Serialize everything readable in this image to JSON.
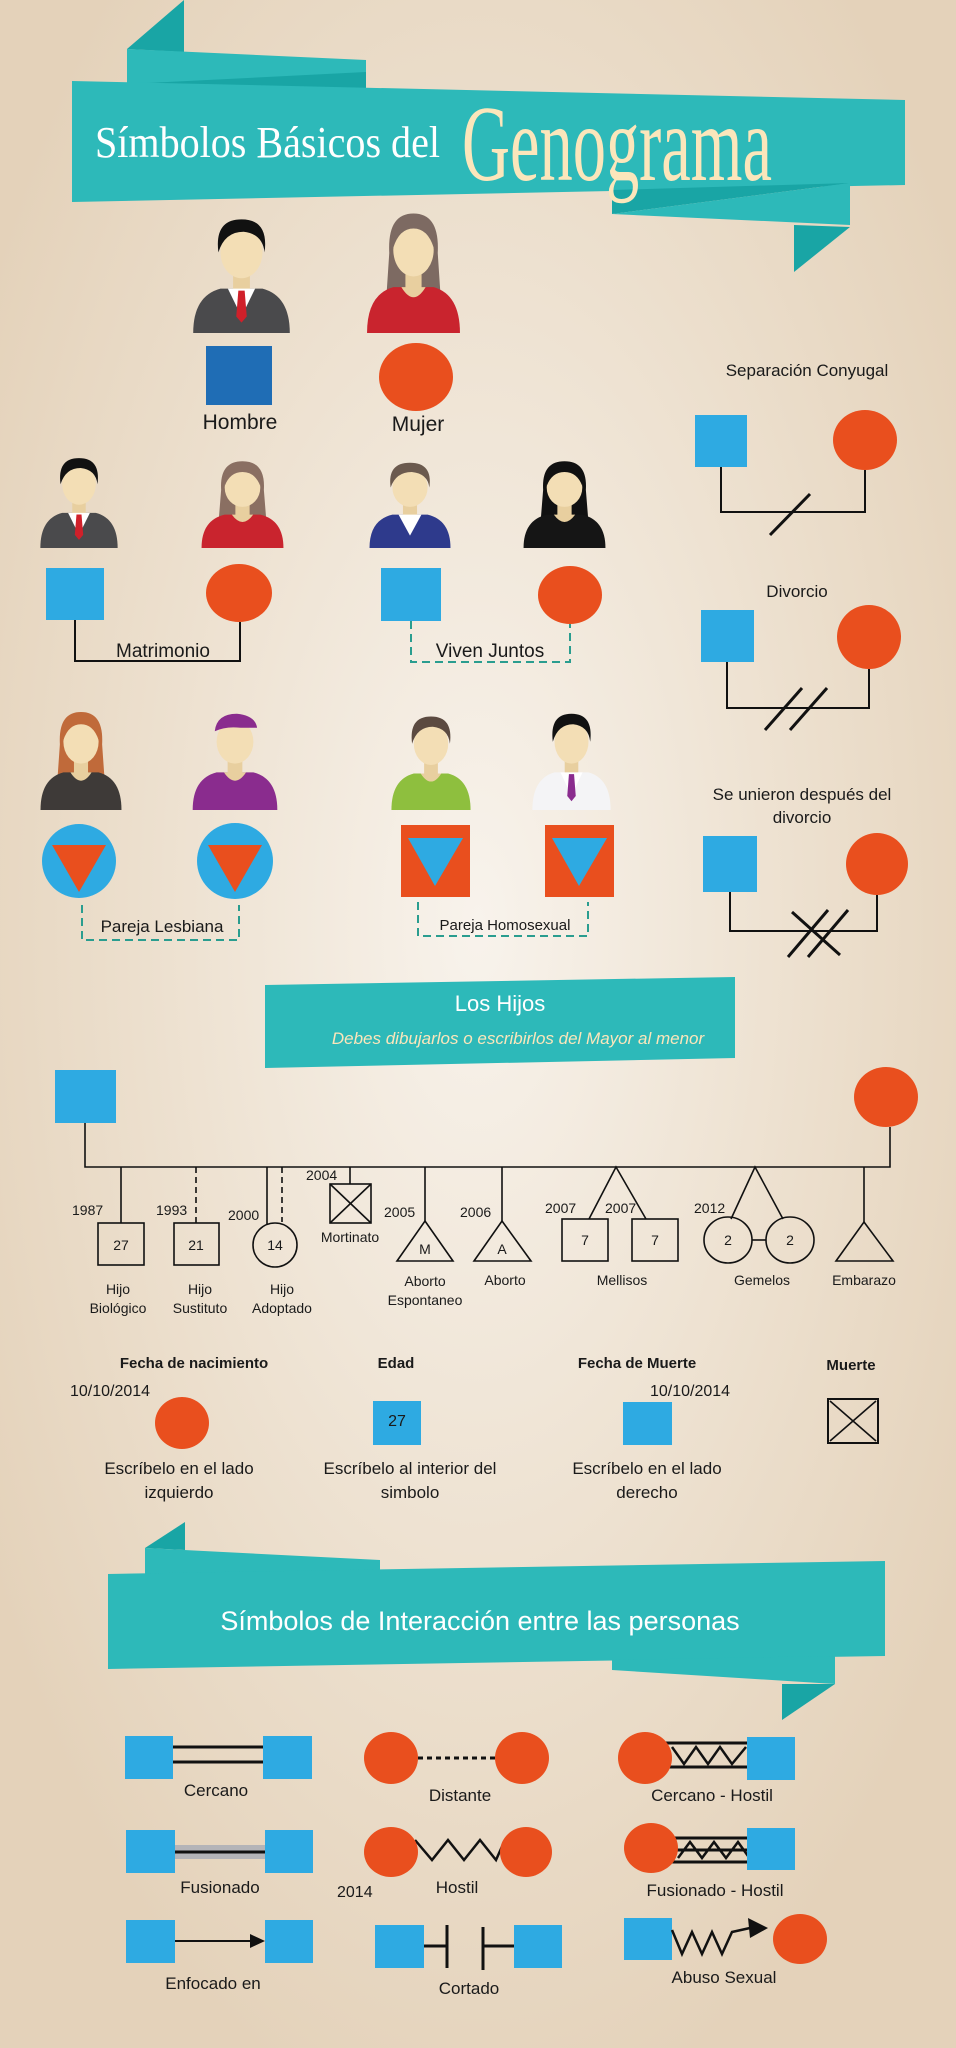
{
  "title": {
    "line1": "Símbolos Básicos del",
    "line2": "Genograma"
  },
  "basic": {
    "hombre": "Hombre",
    "mujer": "Mujer",
    "matrimonio": "Matrimonio",
    "viven_juntos": "Viven Juntos",
    "pareja_lesbiana": "Pareja Lesbiana",
    "pareja_homosexual": "Pareja Homosexual"
  },
  "relations": {
    "separacion": "Separación Conyugal",
    "divorcio": "Divorcio",
    "unieron_line1": "Se unieron después del",
    "unieron_line2": "divorcio"
  },
  "hijos": {
    "title": "Los Hijos",
    "subtitle": "Debes dibujarlos o escribirlos del Mayor al menor",
    "children": [
      {
        "year": "1987",
        "inner": "27",
        "label1": "Hijo",
        "label2": "Biológico"
      },
      {
        "year": "1993",
        "inner": "21",
        "label1": "Hijo",
        "label2": "Sustituto"
      },
      {
        "year": "2000",
        "inner": "14",
        "label1": "Hijo",
        "label2": "Adoptado"
      },
      {
        "year": "2004",
        "inner": "",
        "label1": "Mortinato",
        "label2": ""
      },
      {
        "year": "2005",
        "inner": "M",
        "label1": "Aborto",
        "label2": "Espontaneo"
      },
      {
        "year": "2006",
        "inner": "A",
        "label1": "Aborto",
        "label2": ""
      },
      {
        "year": "2007",
        "year2": "2007",
        "inner": "7",
        "inner2": "7",
        "label1": "Mellisos",
        "label2": ""
      },
      {
        "year": "2012",
        "inner": "2",
        "inner2": "2",
        "label1": "Gemelos",
        "label2": ""
      },
      {
        "year": "",
        "inner": "",
        "label1": "Embarazo",
        "label2": ""
      }
    ]
  },
  "legend": {
    "birth": {
      "heading": "Fecha de nacimiento",
      "date": "10/10/2014",
      "line1": "Escríbelo en el lado",
      "line2": "izquierdo"
    },
    "age": {
      "heading": "Edad",
      "value": "27",
      "line1": "Escríbelo al interior del",
      "line2": "simbolo"
    },
    "death_date": {
      "heading": "Fecha de Muerte",
      "date": "10/10/2014",
      "line1": "Escríbelo en el lado",
      "line2": "derecho"
    },
    "death": {
      "heading": "Muerte"
    }
  },
  "interaction": {
    "title": "Símbolos de Interacción entre las personas",
    "items": {
      "cercano": "Cercano",
      "distante": "Distante",
      "cercano_hostil": "Cercano - Hostil",
      "fusionado": "Fusionado",
      "hostil": "Hostil",
      "hostil_year": "2014",
      "fusionado_hostil": "Fusionado - Hostil",
      "enfocado": "Enfocado en",
      "cortado": "Cortado",
      "abuso": "Abuso Sexual"
    }
  },
  "colors": {
    "teal": "#2db9b9",
    "blue": "#2eaae2",
    "dark_blue": "#1f6db5",
    "orange": "#e94f1e",
    "cream": "#fbe6bb"
  }
}
